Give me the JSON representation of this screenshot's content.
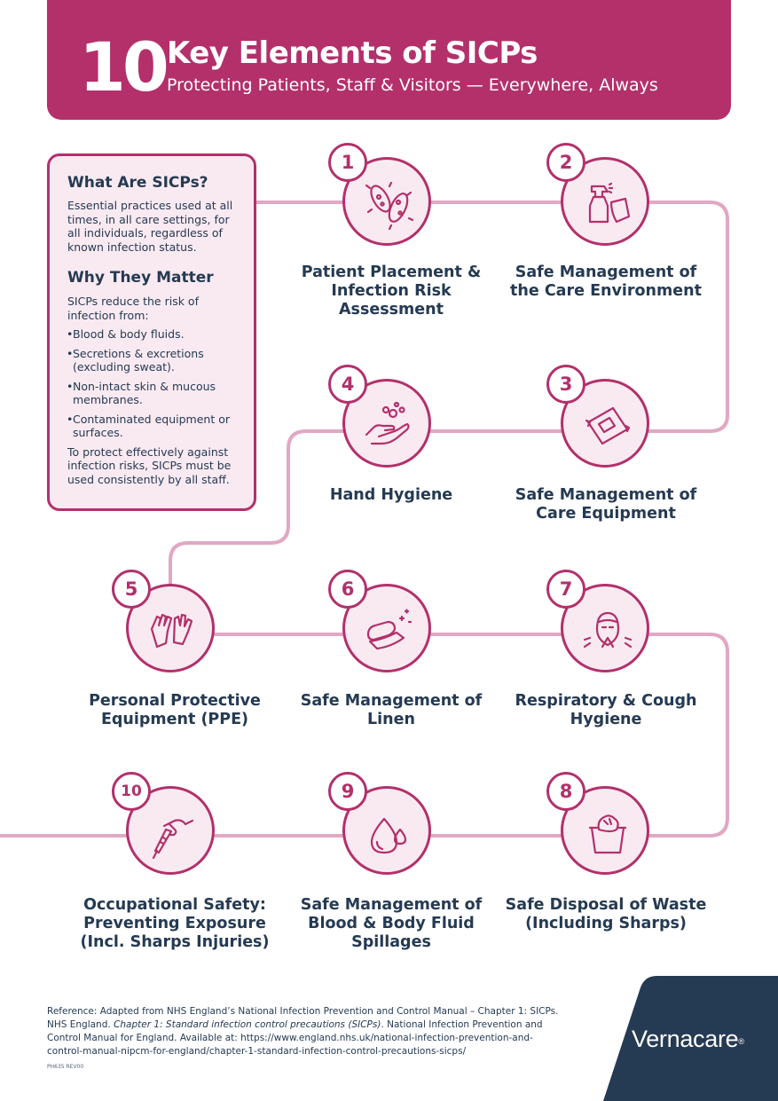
{
  "header": {
    "number": "10",
    "title": "Key Elements of SICPs",
    "subtitle": "Protecting Patients, Staff & Visitors — Everywhere, Always"
  },
  "info": {
    "what_title": "What Are SICPs?",
    "what_text": "Essential practices used at all times, in all care settings, for all individuals, regardless of known infection status.",
    "why_title": "Why They Matter",
    "why_intro": "SICPs reduce the risk of infection from:",
    "bullets": [
      "Blood & body fluids.",
      "Secretions & excretions (excluding sweat).",
      "Non-intact skin & mucous membranes.",
      "Contaminated equipment or surfaces."
    ],
    "closing": "To protect effectively against infection risks, SICPs must be used consistently by all staff."
  },
  "elements": [
    {
      "number": "1",
      "label": "Patient Placement & Infection Risk Assessment",
      "icon": "germs-icon"
    },
    {
      "number": "2",
      "label": "Safe Management of the Care Environment",
      "icon": "spray-bottle-icon"
    },
    {
      "number": "3",
      "label": "Safe Management of Care Equipment",
      "icon": "wipes-pack-icon"
    },
    {
      "number": "4",
      "label": "Hand Hygiene",
      "icon": "hand-wash-icon"
    },
    {
      "number": "5",
      "label": "Personal Protective Equipment (PPE)",
      "icon": "gloves-icon"
    },
    {
      "number": "6",
      "label": "Safe Management of Linen",
      "icon": "linen-icon"
    },
    {
      "number": "7",
      "label": "Respiratory & Cough Hygiene",
      "icon": "cough-icon"
    },
    {
      "number": "8",
      "label": "Safe Disposal of Waste (Including Sharps)",
      "icon": "waste-bin-icon"
    },
    {
      "number": "9",
      "label": "Safe Management of Blood & Body Fluid Spillages",
      "icon": "droplet-icon"
    },
    {
      "number": "10",
      "label": "Occupational Safety: Preventing Exposure (Incl. Sharps Injuries)",
      "icon": "syringe-hand-icon"
    }
  ],
  "footer": {
    "ref_a": "Reference: Adapted from NHS England’s National Infection Prevention and Control Manual – Chapter 1: SICPs. NHS England. ",
    "ref_italic": "Chapter 1: Standard infection control precautions (SICPs)",
    "ref_b": ". National Infection Prevention and Control Manual for England. Available at: https://www.england.nhs.uk/national-infection-prevention-and-control-manual-nipcm-for-england/chapter-1-standard-infection-control-precautions-sicps/",
    "code": "PH635 REV00"
  },
  "brand": {
    "name": "Vernacare",
    "mark": "®"
  },
  "colors": {
    "brand_pink": "#b3306b",
    "light_pink": "#f9eaf1",
    "path_pink": "#e1a7c3",
    "navy": "#253a53"
  }
}
